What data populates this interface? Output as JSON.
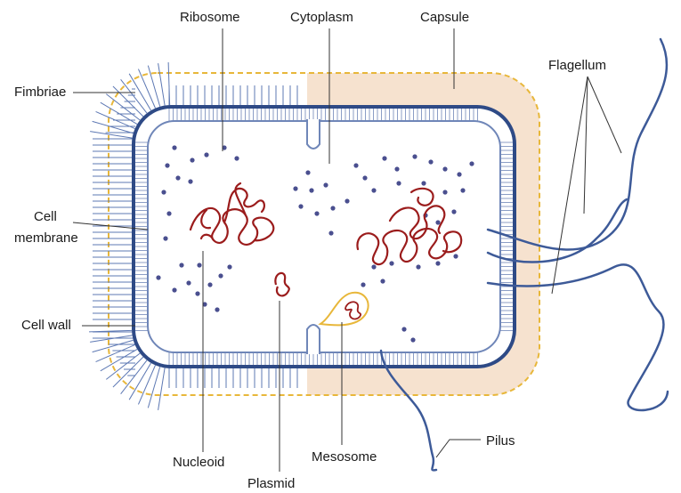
{
  "labels": {
    "ribosome": "Ribosome",
    "cytoplasm": "Cytoplasm",
    "capsule": "Capsule",
    "fimbriae": "Fimbriae",
    "flagellum": "Flagellum",
    "cell_membrane_line1": "Cell",
    "cell_membrane_line2": "membrane",
    "cell_wall": "Cell wall",
    "nucleoid": "Nucleoid",
    "plasmid": "Plasmid",
    "mesosome": "Mesosome",
    "pilus": "Pilus"
  },
  "colors": {
    "capsule_fill": "#f6e2cf",
    "capsule_border": "#e8b73a",
    "cell_wall": "#2e4a86",
    "membrane": "#6f86b8",
    "structures": "#3d5a98",
    "ribosome": "#4a4f8f",
    "dna": "#9b1c1c",
    "mesosome_outline": "#e8b73a",
    "leader_lines": "#333333"
  }
}
